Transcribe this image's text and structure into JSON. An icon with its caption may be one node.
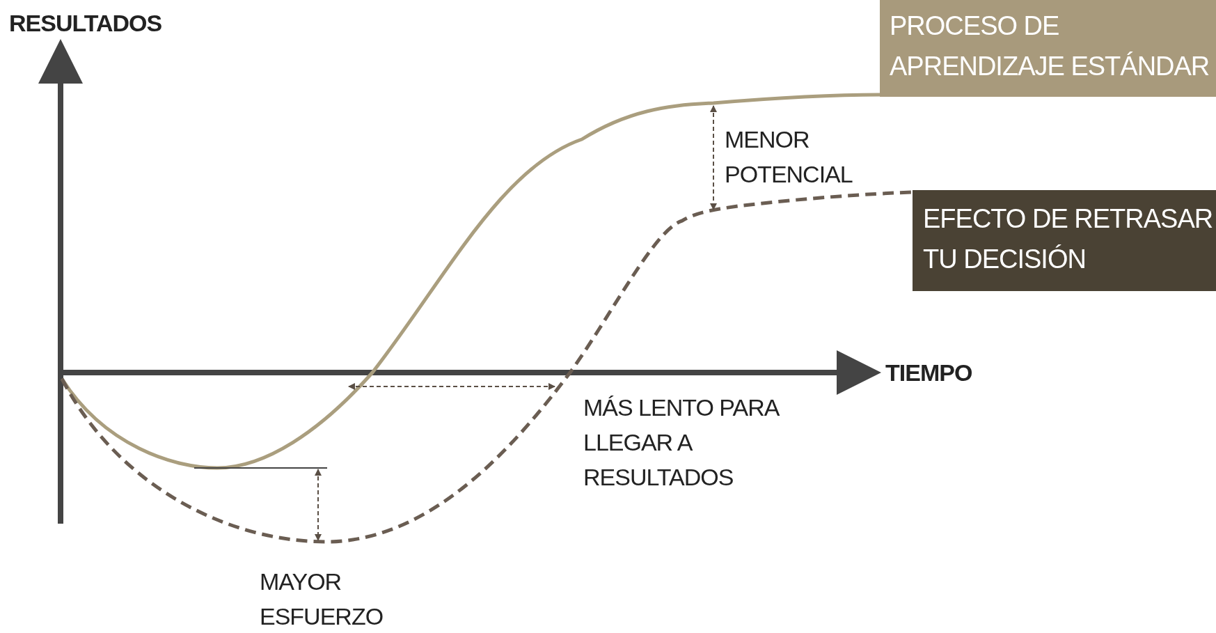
{
  "diagram": {
    "nodes": [
      {
        "text": [
          "PROCESO DE APRENDIZAJE ESTÁNDAR"
        ]
      },
      {
        "text": [
          "EFECTO DE RETRASAR TU DECISIÓN"
        ]
      }
    ],
    "labels": [
      "RESULTADOS",
      "MENOR POTENCIAL",
      "TIEMPO",
      "MÁS LENTO PARA LLEGAR A RESULTADOS",
      "MAYOR ESFUERZO"
    ]
  }
}
